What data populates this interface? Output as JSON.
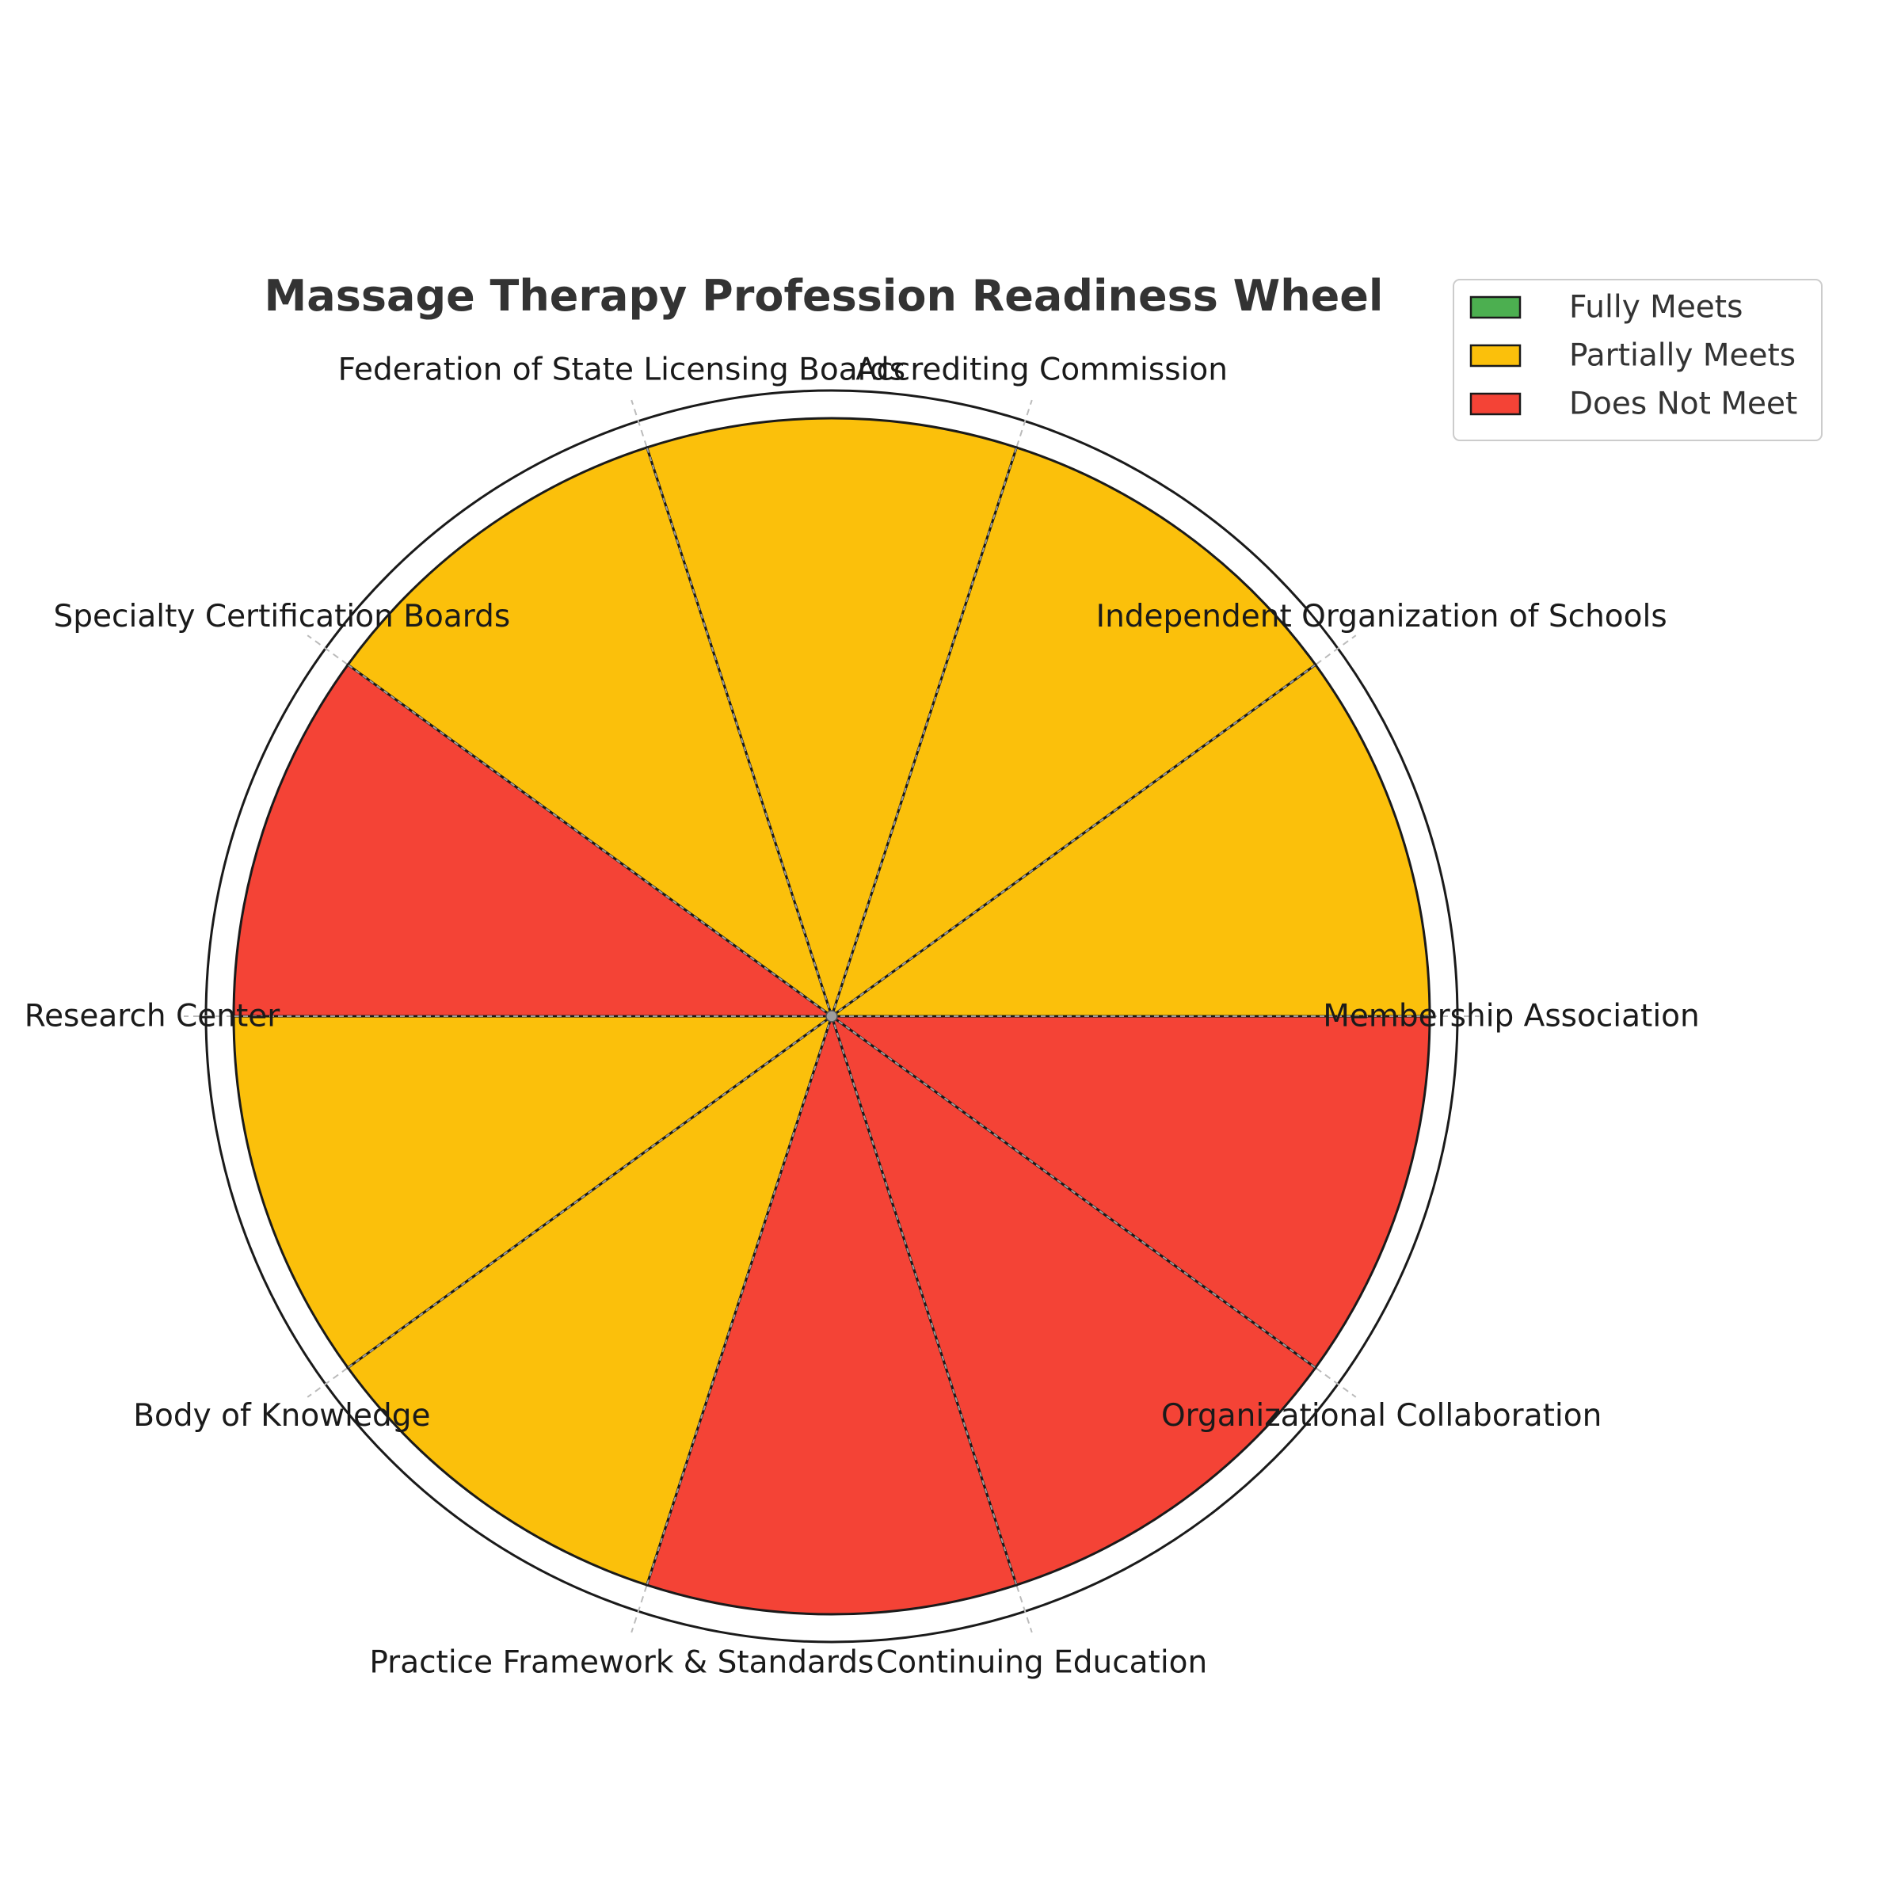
{
  "chart_data": {
    "type": "pie",
    "title": "Massage Therapy Profession Readiness Wheel",
    "levels": [
      "Fully Meets",
      "Partially Meets",
      "Does Not Meet"
    ],
    "categories": [
      "Membership Association",
      "Independent Organization of Schools",
      "Accrediting Commission",
      "Federation of State Licensing Boards",
      "Specialty Certification Boards",
      "Research Center",
      "Body of Knowledge",
      "Practice Framework & Standards",
      "Continuing Education",
      "Organizational Collaboration"
    ],
    "values": [
      1,
      1,
      1,
      1,
      1,
      1,
      1,
      1,
      1,
      1
    ],
    "status": [
      "Partially Meets",
      "Partially Meets",
      "Partially Meets",
      "Partially Meets",
      "Does Not Meet",
      "Partially Meets",
      "Partially Meets",
      "Does Not Meet",
      "Does Not Meet",
      "Does Not Meet"
    ],
    "legend": {
      "placement": "top-right",
      "entries": [
        "Fully Meets",
        "Partially Meets",
        "Does Not Meet"
      ]
    },
    "grid": true
  },
  "colors": {
    "Fully Meets": "#4caf50",
    "Partially Meets": "#fbc00b",
    "Does Not Meet": "#f44336"
  }
}
